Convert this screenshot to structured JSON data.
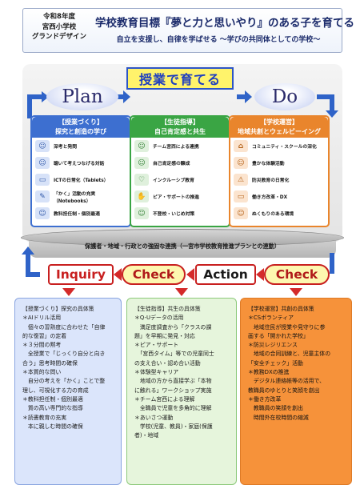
{
  "header": {
    "left": [
      "令和8年度",
      "宮西小学校",
      "グランドデザイン"
    ],
    "main": "学校教育目標『夢と力と思いやり』のある子を育てる",
    "sub": "自立を支援し、自律を学ばせる 〜学びの共同体としての学校〜"
  },
  "center": {
    "plan": "Plan",
    "title": "授業で育てる",
    "do": "Do"
  },
  "columns": [
    {
      "head_line1": "【授業づくり】",
      "head_line2": "探究と創造の学び",
      "items": [
        "深考と発問",
        "聴いて考えつなげる対話",
        "ICTの日常化（Tablets）",
        "「かく」活動の充実（Notebooks）",
        "教科担任制・個別最適"
      ]
    },
    {
      "head_line1": "【生徒指導】",
      "head_line2": "自己肯定感と共生",
      "items": [
        "チーム宮西による連携",
        "自己肯定感の醸成",
        "インクルーシブ教育",
        "ピア・サポートの推進",
        "不登校・いじめ対策"
      ]
    },
    {
      "head_line1": "【学校運営】",
      "head_line2": "地域共創とウェルビーイング",
      "items": [
        "コミュニティ・スクールの深化",
        "豊かな体験活動",
        "防災教育の日常化",
        "働き方改革・DX",
        "ぬくもりのある環境"
      ]
    }
  ],
  "base_text": "保護者・地域・行政との強固な連携（一宮市学校教育推進プランとの連動）",
  "cycle": {
    "inquiry": "Inquiry",
    "check1": "Check",
    "action": "Action",
    "check2": "Check"
  },
  "boxes": [
    {
      "lines": [
        "【授業づくり】探究の具体策",
        "＊AIドリル活用",
        "　個々の習熟度に合わせた「自律",
        "的な復習」の定着",
        "＊３分間の黙考",
        "　全授業で「じっくり自分と向き",
        "合う」思考時間の確保",
        "＊本質的な問い",
        "　自分の考えを「かく」ことで整",
        "理し、可視化する力の育成",
        "＊教科担任制・個別最適",
        "　質の高い専門的な指導",
        "＊読書教育の充実",
        "　本に親しむ時間の確保"
      ]
    },
    {
      "lines": [
        "【生徒指導】共生の具体策",
        "＊Q-Uデータの活用",
        "　満足度調査から「クラスの課",
        "題」を早期に発見・対応",
        "＊ピア・サポート",
        "　「宮西タイム」等での児童同士",
        "の支え合い・認め合い活動",
        "＊体験型キャリア",
        "　地域の方から直接学ぶ「本物",
        "に触れる」ワークショップ実施",
        "＊チーム宮西による理解",
        "　全職員で児童を多角的に理解",
        "＊あいさつ運動",
        "　学校(児童、教員)・家庭(保護",
        "者)・地域"
      ]
    },
    {
      "lines": [
        "【学校運営】共創の具体策",
        "＊CSボランティア",
        "　地域住民が授業や見守りに参",
        "画する「開かれた学校」",
        "＊防災レジリエンス",
        "　地域の合同訓練と、児童主体の",
        "「安全チェック」活動",
        "＊教務DXの推進",
        "　デジタル連絡帳等の活用で、",
        "教職員のゆとりと笑顔を創出",
        "＊働き方改革",
        "　教職員の笑顔を創出",
        "　時間外在校時間の縮減"
      ]
    }
  ],
  "colors": {
    "blue": "#3d6fd0",
    "green": "#3aa544",
    "orange": "#e9852c",
    "red": "#c81f1f",
    "yellow": "#fff36b"
  }
}
